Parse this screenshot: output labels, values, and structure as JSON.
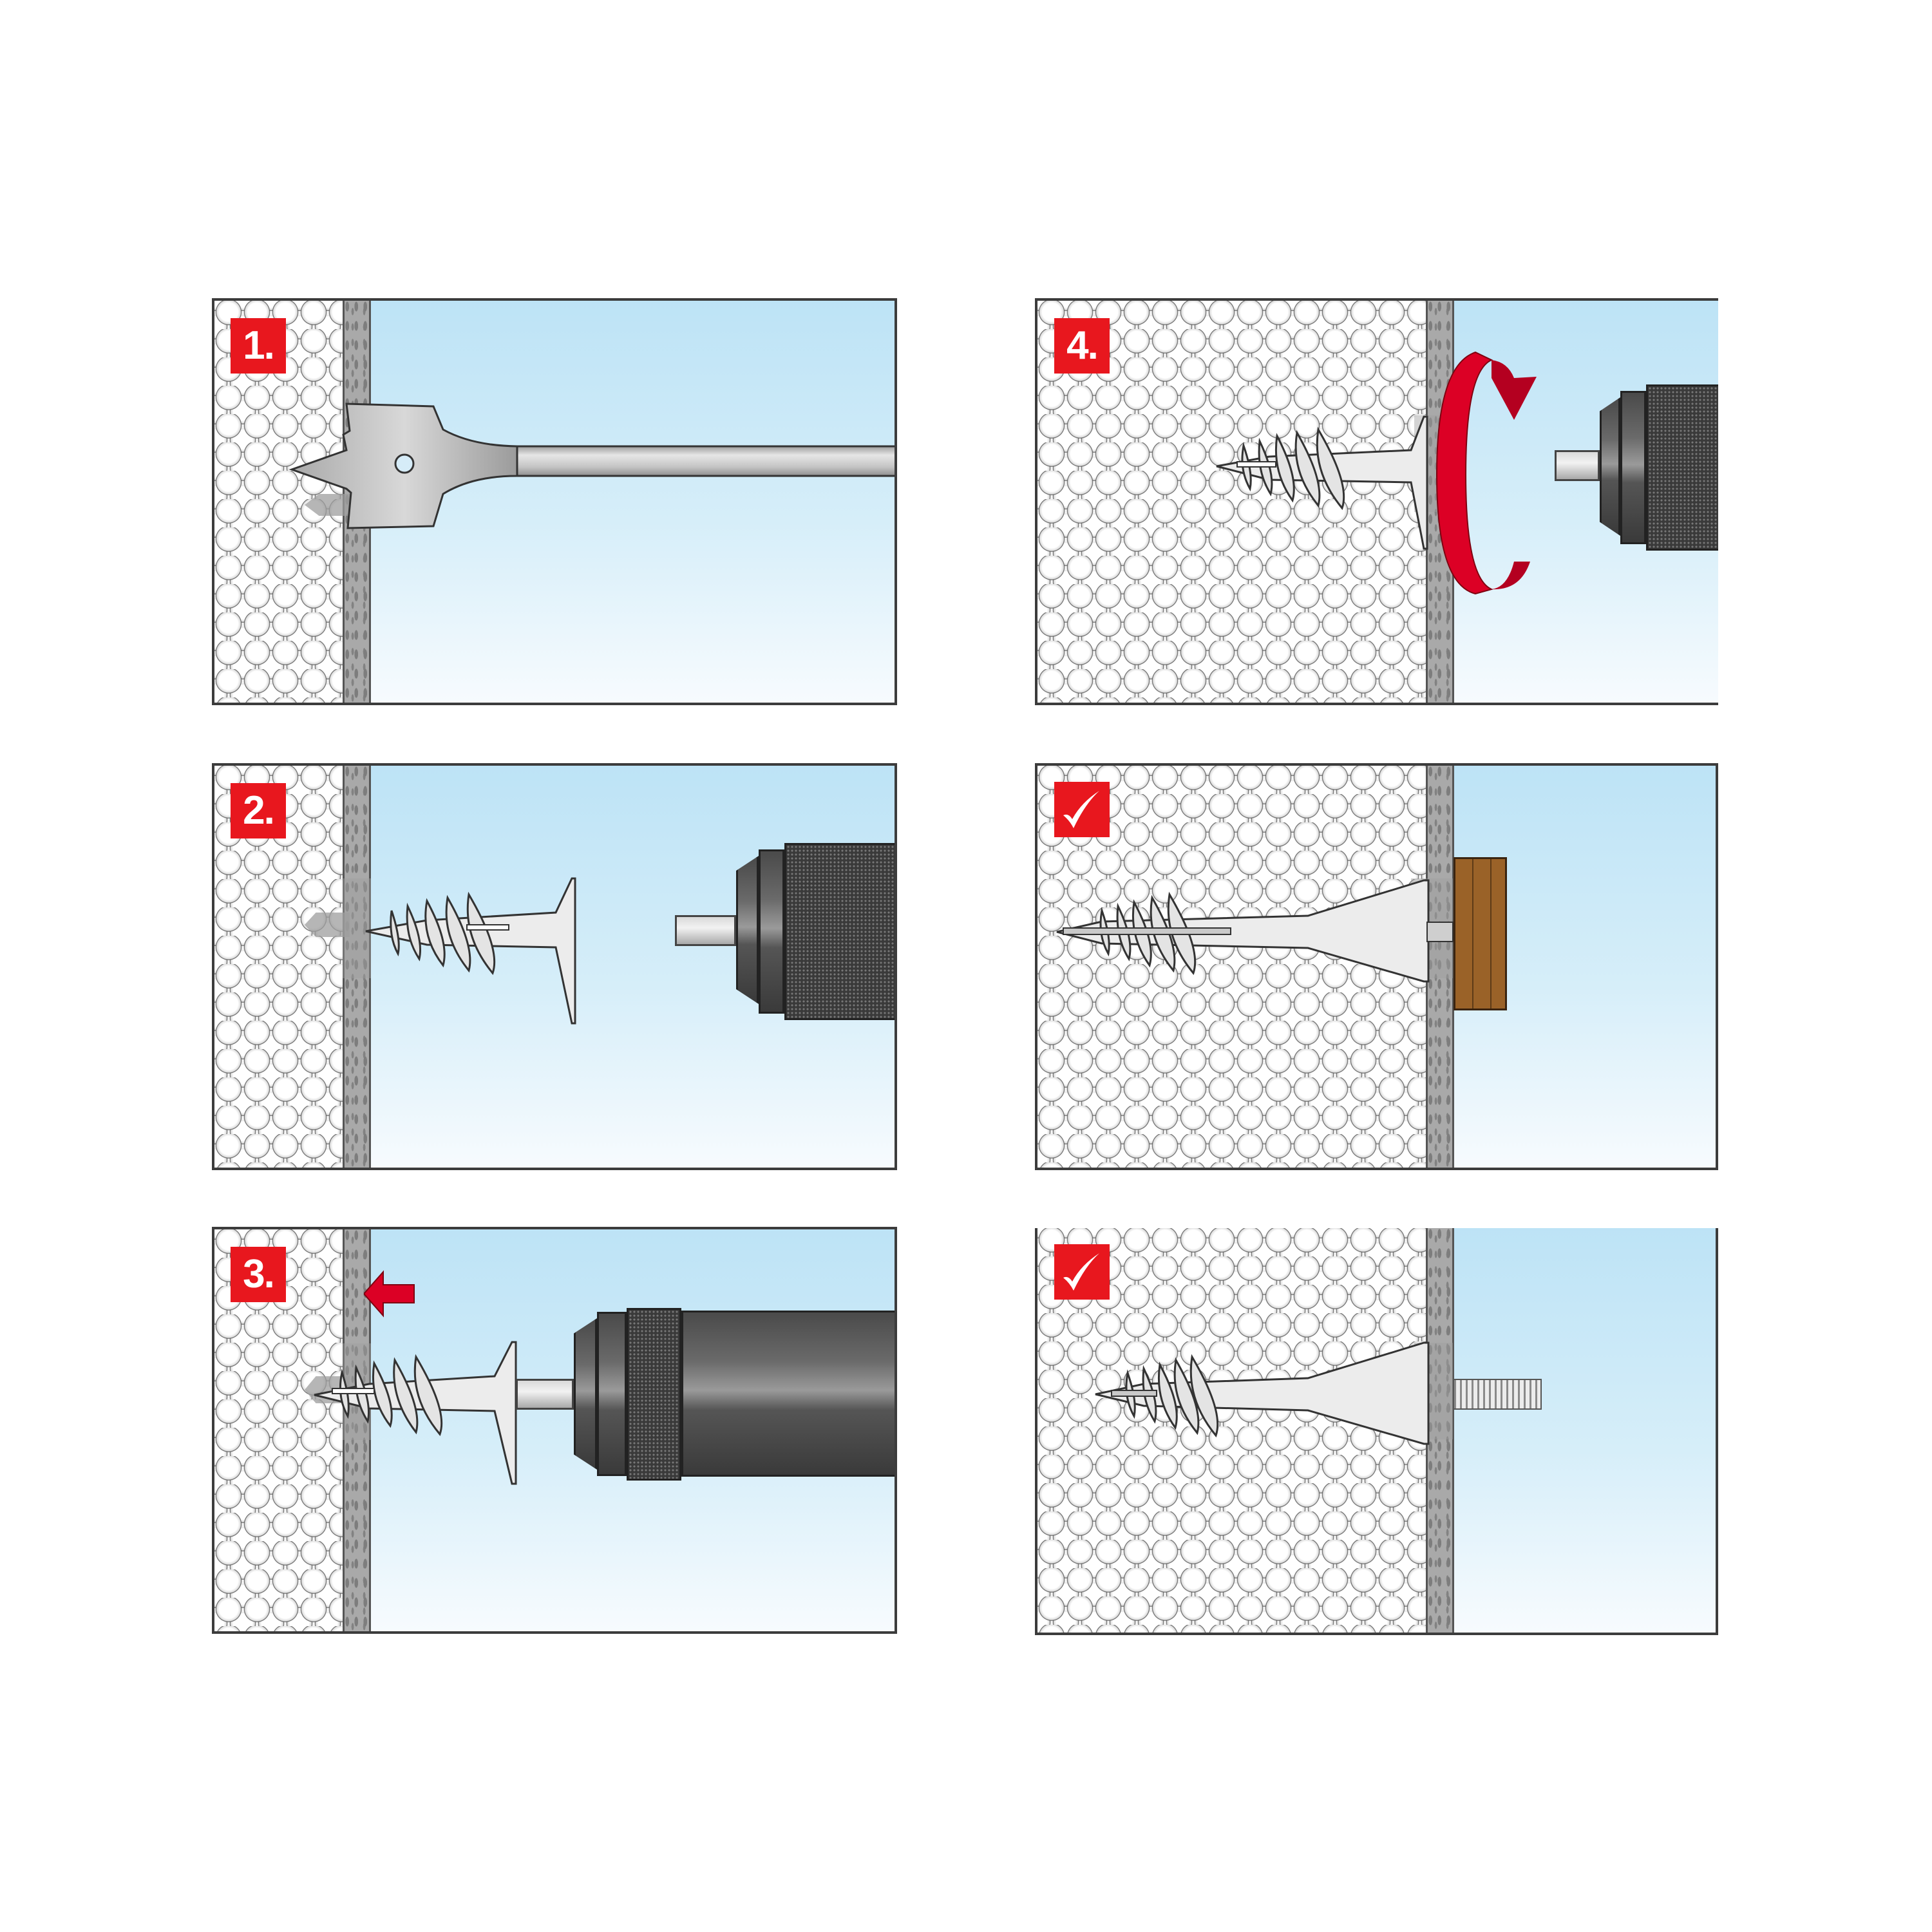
{
  "figure": {
    "description": "Six-step installation diagram for an insulation-board spiral dowel",
    "colors": {
      "badge": "#e8171e",
      "arrow": "#dc0025",
      "sky_top": "#bde3f6",
      "sky_bottom": "#f7fbfe",
      "plaster": "#a9a9a9",
      "foam": "#f4f4f4",
      "wood": "#9a6228",
      "border": "#3c3c3c"
    }
  },
  "panels": [
    {
      "id": 1,
      "badge": "1.",
      "badge_type": "number",
      "scene": "flat spade drill bit boring a hole through plaster into foam insulation"
    },
    {
      "id": 2,
      "badge": "2.",
      "badge_type": "number",
      "scene": "spiral plastic dowel positioned in front of pre-drilled hole, drill chuck with hex bit approaching"
    },
    {
      "id": 3,
      "badge": "3.",
      "badge_type": "number",
      "scene": "dowel pushed into hole with drill, red arrow pointing left",
      "arrow_direction": "left"
    },
    {
      "id": 4,
      "badge": "4.",
      "badge_type": "number",
      "scene": "dowel screwed into insulation by rotating drill, red circular rotation arrow"
    },
    {
      "id": 5,
      "badge": "✓",
      "badge_type": "check",
      "scene": "finished: wooden block fastened with screw into seated dowel"
    },
    {
      "id": 6,
      "badge": "✓",
      "badge_type": "check",
      "scene": "finished: threaded rod installed in seated dowel"
    }
  ]
}
